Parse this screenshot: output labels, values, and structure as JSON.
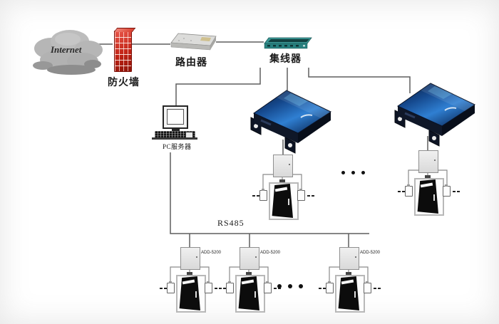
{
  "nodes": {
    "internet": {
      "label": "Internet"
    },
    "firewall": {
      "label": "防火墙"
    },
    "router": {
      "label": "路由器"
    },
    "hub": {
      "label": "集线器"
    },
    "pc_server": {
      "label": "PC服务器"
    },
    "rs485_bus": {
      "label": "RS485"
    }
  },
  "access_units": {
    "middle": [
      {
        "id": "door-unit-1"
      },
      {
        "id": "door-unit-2"
      }
    ],
    "bottom": [
      {
        "model": "ADD-5200"
      },
      {
        "model": "ADD-5200"
      },
      {
        "model": "ADD-5200"
      }
    ]
  },
  "colors": {
    "connection_line": "#5f5f5f",
    "cloud_gray": "#b9b9b9",
    "firewall_red": "#c22315",
    "router_gray": "#dcdcda",
    "hub_teal": "#3a9694",
    "device_blue": "#2f7fd2",
    "door_black": "#0c0c0c"
  }
}
